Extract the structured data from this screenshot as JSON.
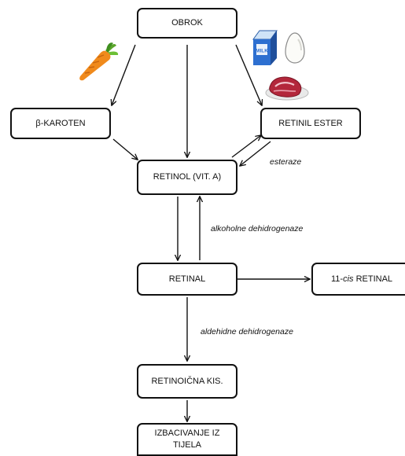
{
  "nodes": {
    "obrok": "OBROK",
    "beta_karoten": "β-KAROTEN",
    "retinil_ester": "RETINIL ESTER",
    "retinol": "RETINOL (VIT. A)",
    "retinal": "RETINAL",
    "cis_retinal_prefix": "11-",
    "cis_retinal_italic": "cis",
    "cis_retinal_suffix": " RETINAL",
    "retinoicna": "RETINOIČNA KIS.",
    "izbacivanje_line1": "IZBACIVANJE IZ",
    "izbacivanje_line2": "TIJELA"
  },
  "edge_labels": {
    "esteraze": "esteraze",
    "alkoholne": "alkoholne dehidrogenaze",
    "aldehidne": "aldehidne dehidrogenaze"
  },
  "milk_carton_text": "MILK",
  "icons": [
    "carrot-icon",
    "milk-carton-icon",
    "egg-icon",
    "meat-icon"
  ]
}
